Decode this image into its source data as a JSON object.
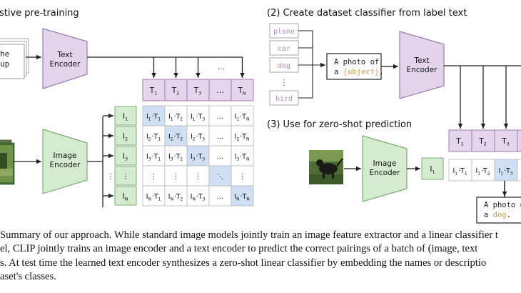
{
  "section_titles": {
    "s1": "stive pre-training",
    "s2": "(2) Create dataset classifier from label text",
    "s3": "(3) Use for zero-shot prediction"
  },
  "encoders": {
    "text_left": [
      "Text",
      "Encoder"
    ],
    "image_left": [
      "Image",
      "Encoder"
    ],
    "text_right": [
      "Text",
      "Encoder"
    ],
    "image_right": [
      "Image",
      "Encoder"
    ]
  },
  "text_input_partial": [
    "he",
    "up"
  ],
  "label_boxes": [
    "plane",
    "car",
    "dog",
    "⋮",
    "bird"
  ],
  "template": {
    "line1": "A photo of",
    "line2_pre": "a ",
    "line2_obj": "{object}",
    "line2_post": "."
  },
  "text_features": [
    {
      "b": "T",
      "s": "1"
    },
    {
      "b": "T",
      "s": "2"
    },
    {
      "b": "T",
      "s": "3"
    },
    {
      "b": "…",
      "s": ""
    },
    {
      "b": "T",
      "s": "N"
    }
  ],
  "image_features": [
    {
      "b": "I",
      "s": "1"
    },
    {
      "b": "I",
      "s": "2"
    },
    {
      "b": "I",
      "s": "3"
    },
    {
      "b": "⋮",
      "s": ""
    },
    {
      "b": "I",
      "s": "N"
    }
  ],
  "matrix": [
    [
      [
        "I",
        "1",
        "T",
        "1"
      ],
      [
        "I",
        "1",
        "T",
        "2"
      ],
      [
        "I",
        "1",
        "T",
        "3"
      ],
      [
        "…"
      ],
      [
        "I",
        "1",
        "T",
        "N"
      ]
    ],
    [
      [
        "I",
        "2",
        "T",
        "1"
      ],
      [
        "I",
        "2",
        "T",
        "2"
      ],
      [
        "I",
        "2",
        "T",
        "3"
      ],
      [
        "…"
      ],
      [
        "I",
        "2",
        "T",
        "N"
      ]
    ],
    [
      [
        "I",
        "3",
        "T",
        "1"
      ],
      [
        "I",
        "3",
        "T",
        "2"
      ],
      [
        "I",
        "3",
        "T",
        "3"
      ],
      [
        "…"
      ],
      [
        "I",
        "3",
        "T",
        "N"
      ]
    ],
    [
      [
        "⋮"
      ],
      [
        "⋮"
      ],
      [
        "⋮"
      ],
      [
        "⋱"
      ],
      [
        "⋮"
      ]
    ],
    [
      [
        "I",
        "N",
        "T",
        "1"
      ],
      [
        "I",
        "N",
        "T",
        "2"
      ],
      [
        "I",
        "N",
        "T",
        "3"
      ],
      [
        "…"
      ],
      [
        "I",
        "N",
        "T",
        "N"
      ]
    ]
  ],
  "right_text_features": [
    {
      "b": "T",
      "s": "1"
    },
    {
      "b": "T",
      "s": "2"
    },
    {
      "b": "T",
      "s": "3"
    }
  ],
  "right_image_feature": {
    "b": "I",
    "s": "1"
  },
  "right_products": [
    [
      "I",
      "1",
      "T",
      "1"
    ],
    [
      "I",
      "1",
      "T",
      "2"
    ],
    [
      "I",
      "1",
      "T",
      "3"
    ]
  ],
  "prediction": {
    "line1": "A photo o",
    "line2_pre": "a ",
    "line2_obj": "dog",
    "line2_post": "."
  },
  "caption_lines": [
    "Summary of our approach. While standard image models jointly train an image feature extractor and a linear classifier t",
    "el, CLIP jointly trains an image encoder and a text encoder to predict the correct pairings of a batch of (image, text",
    "s. At test time the learned text encoder synthesizes a zero-shot linear classifier by embedding the names or descriptio",
    "aset's classes."
  ],
  "colors": {
    "encoder_text_fill": "#e3d4ec",
    "encoder_text_stroke": "#9a7cab",
    "encoder_image_fill": "#d5ebd0",
    "encoder_image_stroke": "#7dac74",
    "feature_text_fill": "#e5d6ee",
    "feature_image_fill": "#d5ebd0",
    "highlight_cell": "#cfe0f4",
    "label_text": "#b48acb",
    "object_text": "#d4a04a"
  }
}
